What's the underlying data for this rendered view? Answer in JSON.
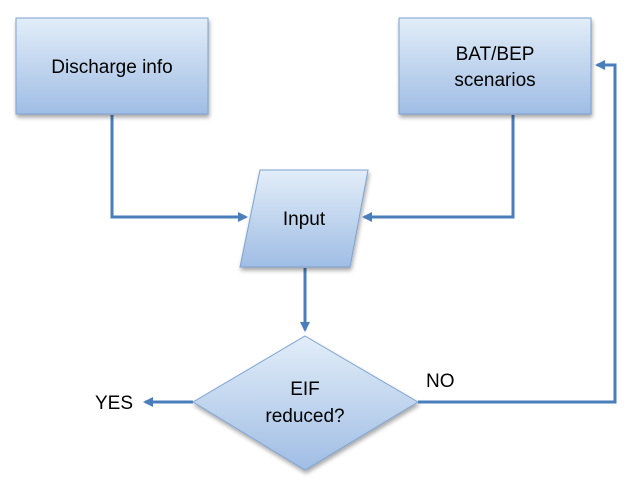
{
  "diagram": {
    "nodes": {
      "discharge": {
        "label": "Discharge info"
      },
      "bat": {
        "label_line1": "BAT/BEP",
        "label_line2": "scenarios"
      },
      "input": {
        "label": "Input"
      },
      "decision": {
        "label_line1": "EIF",
        "label_line2": "reduced?"
      }
    },
    "edge_labels": {
      "yes": "YES",
      "no": "NO"
    }
  }
}
